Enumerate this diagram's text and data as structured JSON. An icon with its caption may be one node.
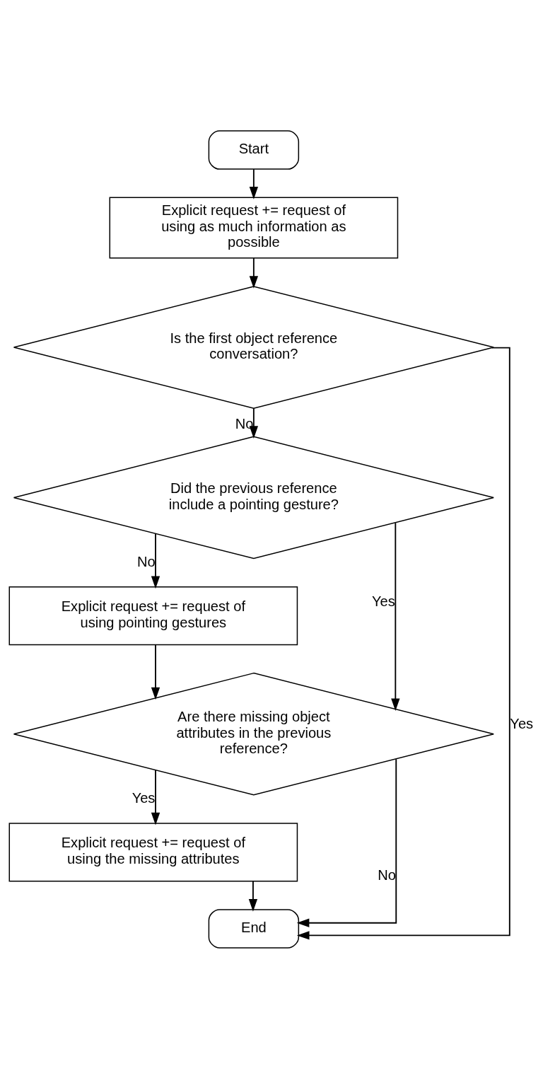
{
  "diagram": {
    "nodes": [
      {
        "text": [
          "Start"
        ]
      },
      {
        "text": [
          "Explicit request += request of using as much information as possible"
        ]
      },
      {
        "text": [
          "Is the first object reference conversation?"
        ]
      },
      {
        "text": [
          "Did the previous reference include a pointing gesture?"
        ]
      },
      {
        "text": [
          "Explicit request += request of using pointing gestures"
        ]
      },
      {
        "text": [
          "Are there missing object attributes in the previous reference?"
        ]
      },
      {
        "text": [
          "Explicit request += request of using the missing attributes"
        ]
      },
      {
        "text": [
          "End"
        ]
      }
    ],
    "edges": [
      {
        "from": 0,
        "to": 1,
        "arrow": "to"
      },
      {
        "from": 1,
        "to": 2,
        "arrow": "to"
      },
      {
        "from": 2,
        "to": 3,
        "label": "No",
        "arrow": "to"
      },
      {
        "from": 2,
        "to": 7,
        "label": "Yes",
        "arrow": "to"
      },
      {
        "from": 3,
        "to": 5,
        "label": "Yes",
        "arrow": "to"
      },
      {
        "from": 3,
        "to": 4,
        "label": "No",
        "arrow": "to"
      },
      {
        "from": 4,
        "to": 5,
        "arrow": "to"
      },
      {
        "from": 5,
        "to": 7,
        "label": "No",
        "arrow": "to"
      },
      {
        "from": 5,
        "to": 6,
        "label": "Yes",
        "arrow": "to"
      },
      {
        "from": 6,
        "to": 7,
        "arrow": "to"
      }
    ]
  }
}
